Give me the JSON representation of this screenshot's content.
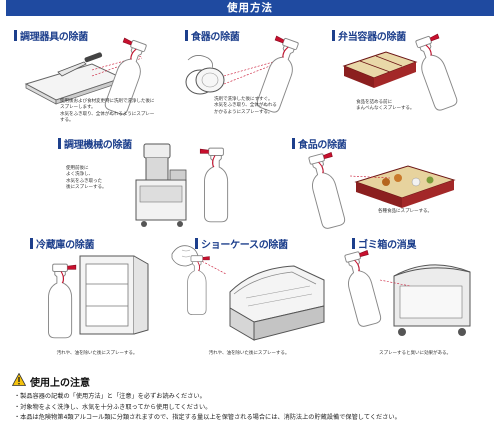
{
  "header": {
    "title": "使用方法"
  },
  "sections": [
    {
      "title": "調理器具の除菌",
      "desc": "使用後および食材変更時に洗剤で洗浄した後にスプレーします。\n水気をふき取り、全体がぬれるようにスプレーする。"
    },
    {
      "title": "食器の除菌",
      "desc": "洗剤で洗浄した後にすすぐ。\n水気をふき取り、全体がぬれる\nかかるようにスプレーする。"
    },
    {
      "title": "弁当容器の除菌",
      "desc": "食品を詰める前に\nまんべんなくスプレーする。"
    },
    {
      "title": "調理機械の除菌",
      "desc": "使用前後に\nよく洗浄し、\n水気をふき取った\n後にスプレーする。"
    },
    {
      "title": "食品の除菌",
      "desc": "各種食品にスプレーする。"
    },
    {
      "title": "冷蔵庫の除菌",
      "desc": "汚れや、油を除いた後にスプレーする。"
    },
    {
      "title": "ショーケースの除菌",
      "desc": "汚れや、油を除いた後にスプレーする。"
    },
    {
      "title": "ゴミ箱の消臭",
      "desc": "スプレーすると臭いに効果がある。"
    }
  ],
  "notes": {
    "title": "使用上の注意",
    "items": [
      "・製品容器の記載の「使用方法」と「注意」を必ずお読みください。",
      "・対象物をよく洗浄し、水気を十分ふき取ってから使用してください。",
      "・本品は危険物第4類アルコール類に分類されますので、指定する量以上を保管される場合には、消防法上の貯蔵設備で保管してください。"
    ]
  },
  "icons": [
    "warning-icon",
    "spray-bottle-icon"
  ],
  "colors": {
    "header": "#1f4aa0",
    "title": "#1d3f8c",
    "spray": "#c8102e",
    "bento": "#8b1f1f"
  }
}
